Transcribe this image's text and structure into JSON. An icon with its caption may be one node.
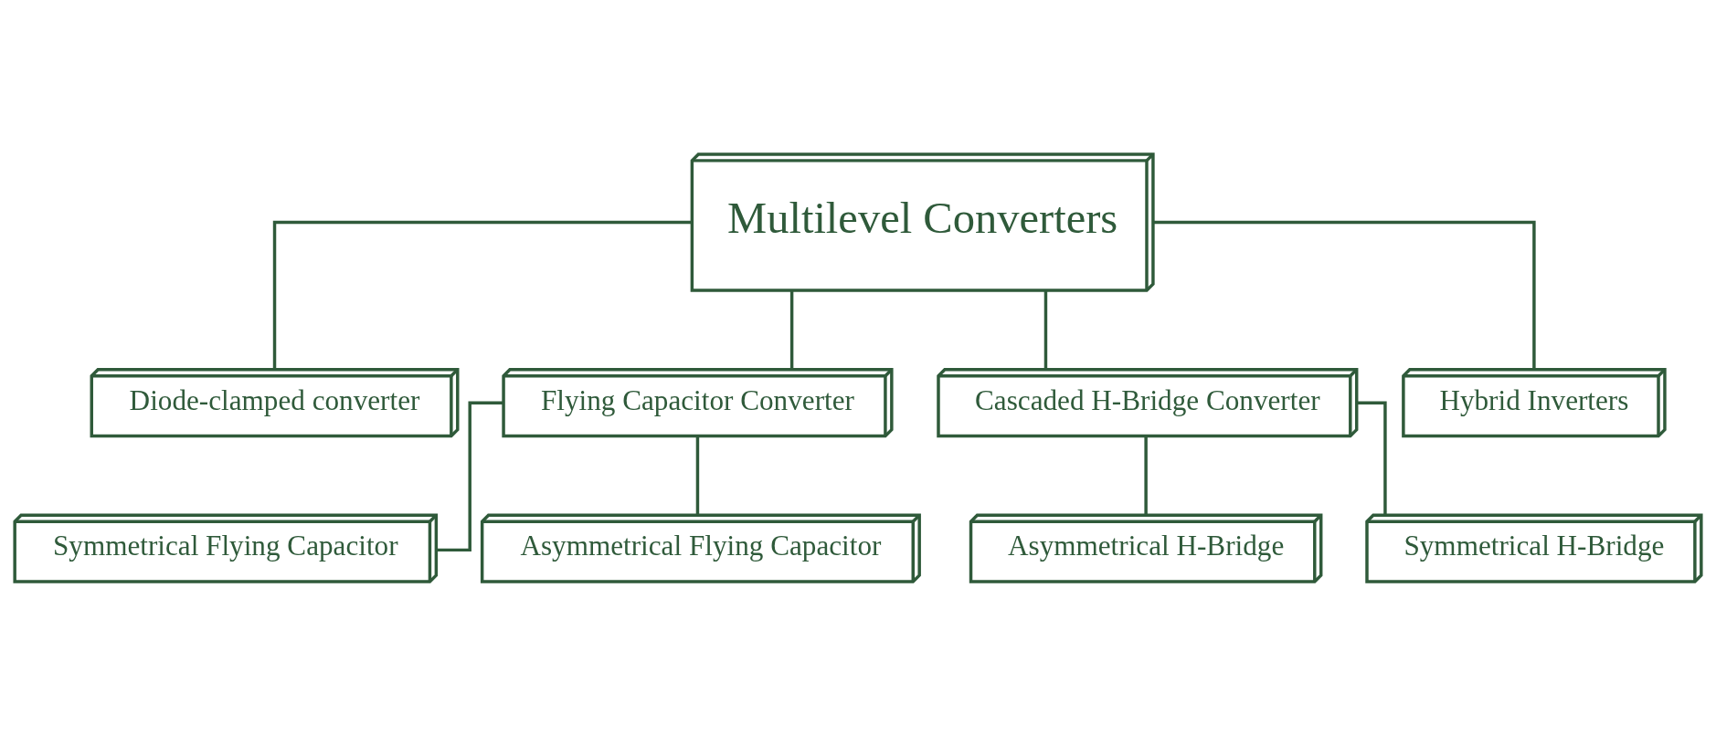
{
  "diagram": {
    "nodes": [
      {
        "text": [
          "Multilevel Converters"
        ]
      },
      {
        "text": [
          "Diode-clamped converter"
        ]
      },
      {
        "text": [
          "Flying Capacitor Converter"
        ]
      },
      {
        "text": [
          "Cascaded H-Bridge Converter"
        ]
      },
      {
        "text": [
          "Hybrid Inverters"
        ]
      },
      {
        "text": [
          "Symmetrical Flying Capacitor"
        ]
      },
      {
        "text": [
          "Asymmetrical Flying Capacitor"
        ]
      },
      {
        "text": [
          "Asymmetrical H-Bridge"
        ]
      },
      {
        "text": [
          "Symmetrical H-Bridge"
        ]
      }
    ],
    "edges": [
      {
        "from": 0,
        "to": 1,
        "arrow": "none"
      },
      {
        "from": 0,
        "to": 2,
        "arrow": "none"
      },
      {
        "from": 0,
        "to": 3,
        "arrow": "none"
      },
      {
        "from": 0,
        "to": 4,
        "arrow": "none"
      },
      {
        "from": 2,
        "to": 5,
        "arrow": "none"
      },
      {
        "from": 2,
        "to": 6,
        "arrow": "none"
      },
      {
        "from": 3,
        "to": 7,
        "arrow": "none"
      },
      {
        "from": 3,
        "to": 8,
        "arrow": "none"
      }
    ]
  }
}
